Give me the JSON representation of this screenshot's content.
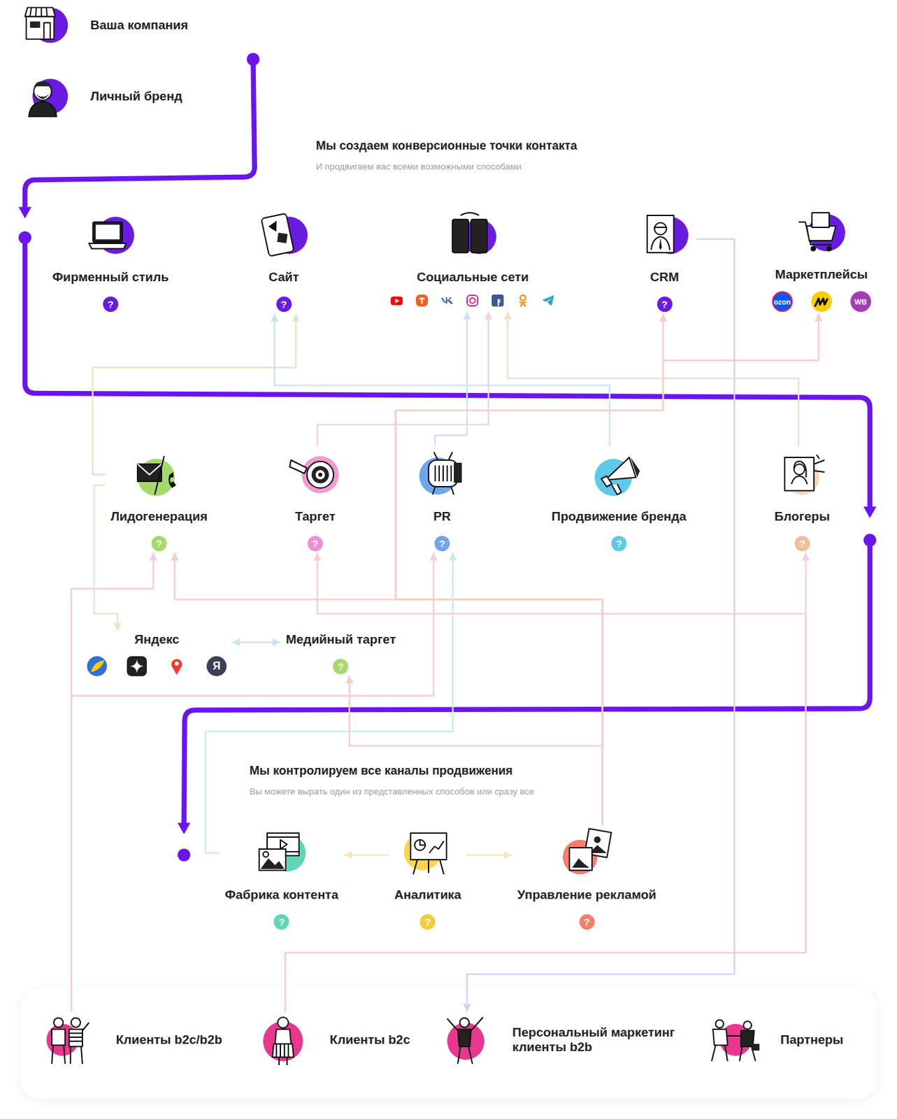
{
  "diagram": {
    "title": "Мы создаем конверсионные точки контакта",
    "nodes": [
      {
        "text": [
          "Ваша компания"
        ]
      },
      {
        "text": [
          "Личный бренд"
        ]
      },
      {
        "text": [
          "Фирменный стиль",
          "?"
        ]
      },
      {
        "text": [
          "Сайт",
          "?"
        ]
      },
      {
        "text": [
          "Социальные сети"
        ]
      },
      {
        "text": [
          "CRM",
          "?"
        ]
      },
      {
        "text": [
          "Маркетплейсы"
        ]
      },
      {
        "text": [
          "Лидогенерация",
          "?"
        ]
      },
      {
        "text": [
          "Таргет",
          "?"
        ]
      },
      {
        "text": [
          "PR",
          "?"
        ]
      },
      {
        "text": [
          "Продвижение бренда",
          "?"
        ]
      },
      {
        "text": [
          "Блогеры",
          "?"
        ]
      },
      {
        "text": [
          "Яндекс"
        ]
      },
      {
        "text": [
          "Медийный таргет",
          "?"
        ]
      },
      {
        "text": [
          "Фабрика контента",
          "?"
        ]
      },
      {
        "text": [
          "Аналитика",
          "?"
        ]
      },
      {
        "text": [
          "Управление рекламой",
          "?"
        ]
      },
      {
        "text": [
          "Клиенты b2c/b2b"
        ]
      },
      {
        "text": [
          "Клиенты b2c"
        ]
      },
      {
        "text": [
          "Персональный маркетинг клиенты b2b"
        ]
      },
      {
        "text": [
          "Партнеры"
        ]
      }
    ],
    "edges": [
      {
        "from": 7,
        "to": 3,
        "arrow": "to"
      },
      {
        "from": 7,
        "to": 12,
        "arrow": "to"
      },
      {
        "from": 10,
        "to": 3,
        "arrow": "to"
      },
      {
        "from": 12,
        "to": 13,
        "arrow": "both"
      },
      {
        "from": 8,
        "to": 4,
        "arrow": "to"
      },
      {
        "from": 9,
        "to": 4,
        "arrow": "to"
      },
      {
        "from": 11,
        "to": 4,
        "arrow": "to"
      },
      {
        "from": 16,
        "to": 5,
        "arrow": "to"
      },
      {
        "from": 16,
        "to": 6,
        "arrow": "to"
      },
      {
        "from": 5,
        "to": 19,
        "arrow": "to"
      },
      {
        "from": 17,
        "to": 7,
        "arrow": "to"
      },
      {
        "from": 17,
        "to": 9,
        "arrow": "to"
      },
      {
        "from": 18,
        "to": 8,
        "arrow": "to"
      },
      {
        "from": 18,
        "to": 11,
        "arrow": "to"
      },
      {
        "from": 16,
        "to": 7,
        "arrow": "to"
      },
      {
        "from": 14,
        "to": 9,
        "arrow": "to"
      },
      {
        "from": 16,
        "to": 13,
        "arrow": "to"
      },
      {
        "from": 15,
        "to": 14,
        "arrow": "to"
      },
      {
        "from": 15,
        "to": 16,
        "arrow": "to"
      }
    ],
    "labels": [
      "И продвигаем вас всеми возможными способами",
      "Мы контролируем все каналы продвижения",
      "Вы можете вырать один из представленных способов или сразу все",
      "ozon",
      "WB",
      "Я"
    ]
  }
}
